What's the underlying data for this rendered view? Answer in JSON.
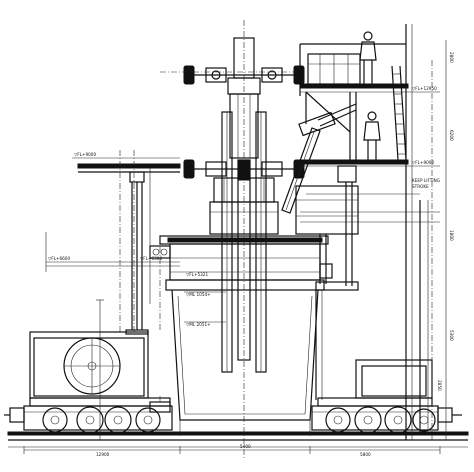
{
  "labels": {
    "level_upper_right": "▽FL+12950",
    "level_right_mid": "▽FL+9000",
    "level_left_mid": "▽FL+9000",
    "level_left_low": "▽FL+6600",
    "level_center_low": "▽FL+6300",
    "level_vessel_top": "▽FL+5321",
    "level_ml_top": "▽ML 1054+",
    "level_ml_low": "▽ML 2051+",
    "lance_stroke_line1": "KEEP LIFTING",
    "lance_stroke_line2": "STROKE",
    "dim_bottom_left": "12900",
    "dim_bottom_mid": "5400",
    "dim_bottom_right": "5800",
    "dim_vertical_top": "2800",
    "dim_vertical_right": "6200",
    "dim_vertical_right2": "1800",
    "dim_vertical_right3": "5300",
    "dim_vertical_right4": "2850"
  },
  "colors": {
    "ink": "#111111",
    "paper": "#ffffff"
  }
}
